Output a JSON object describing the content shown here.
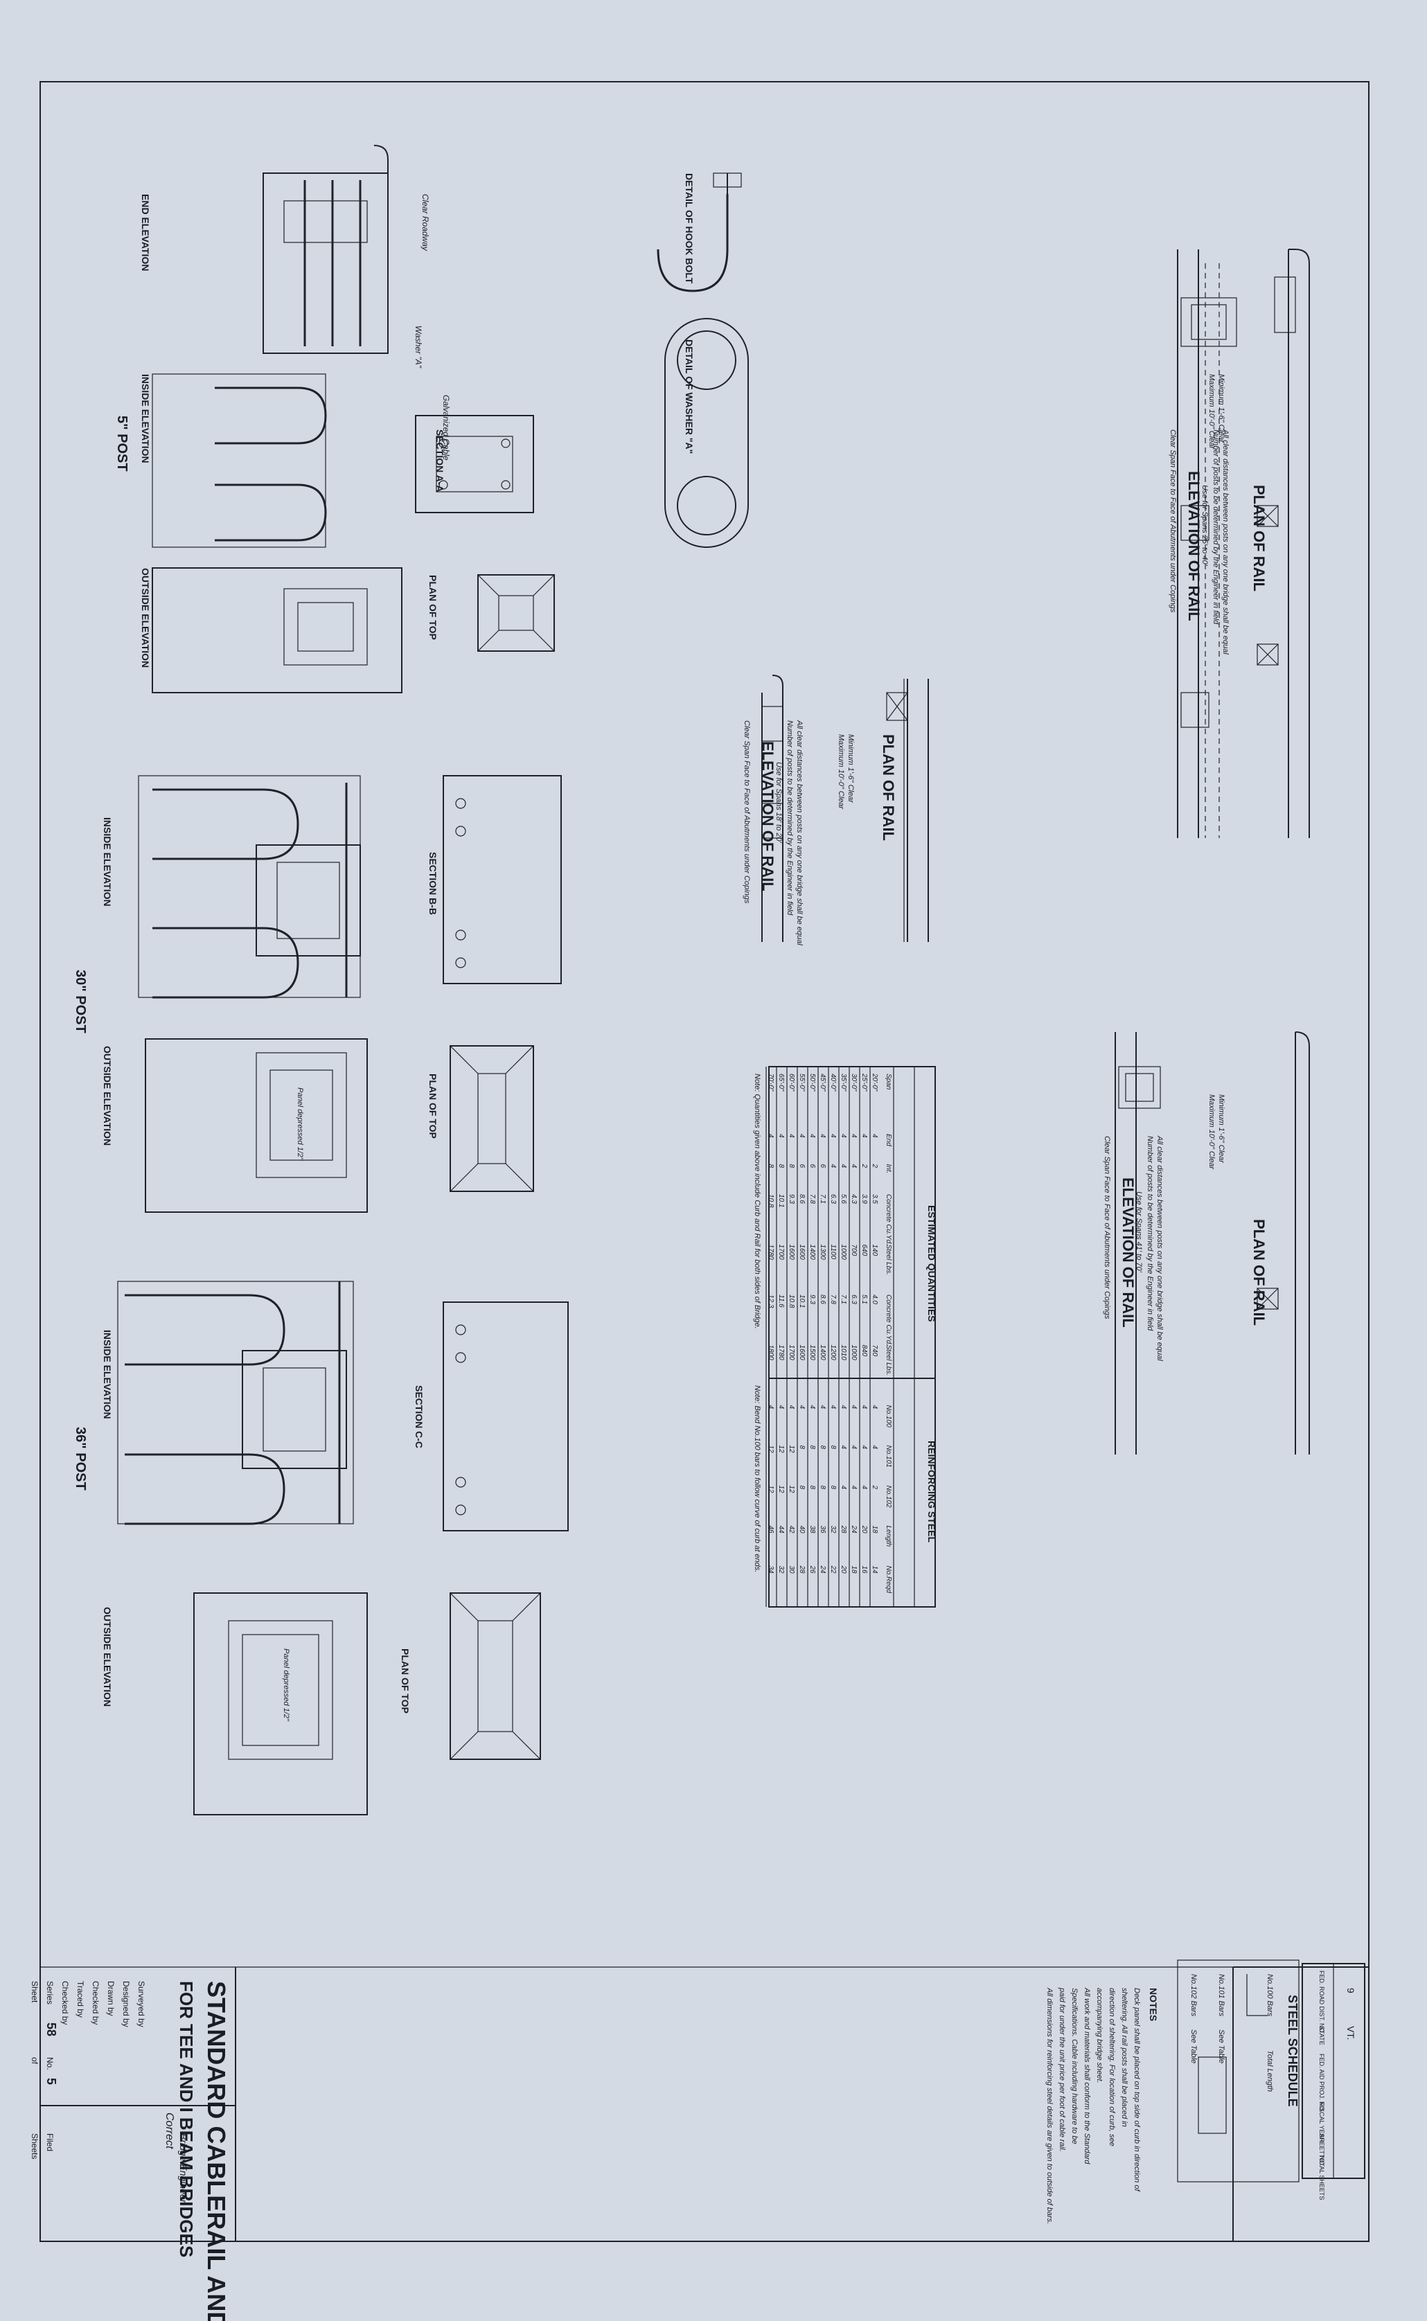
{
  "title": {
    "line1": "STANDARD CABLERAIL AND CURB",
    "line2": "FOR TEE AND I BEAM BRIDGES"
  },
  "approval": {
    "correct": "Correct",
    "role": "Bridge Engineer",
    "rows": [
      "Surveyed by",
      "Designed by",
      "Drawn by",
      "Checked by",
      "Traced by",
      "Checked by"
    ],
    "series_label": "Series",
    "series": "58",
    "no_label": "No.",
    "no": "5",
    "sheet_label": "Sheet",
    "of": "of",
    "filed": "Filed",
    "sheets": "Sheets"
  },
  "fed_table": {
    "headers": [
      "FED. ROAD DIST. NO.",
      "STATE",
      "FED. AID PROJ. NO.",
      "FISCAL YEAR",
      "SHEET NO.",
      "TOTAL SHEETS"
    ],
    "values": [
      "9",
      "VT.",
      "",
      "",
      "",
      ""
    ]
  },
  "steel_schedule": {
    "title": "STEEL SCHEDULE",
    "items": [
      "No.100 Bars",
      "No.101 Bars",
      "No.102 Bars",
      "See Table",
      "See Table",
      "Total Length"
    ]
  },
  "notes": {
    "heading": "NOTES",
    "lines": [
      "Deck panel shall be placed on top side of curb in direction of",
      "sheltering. All rail posts shall be placed in",
      "direction of sheltering. For location of curb, see",
      "accompanying bridge sheet.",
      "All work and materials shall conform to the Standard",
      "Specifications. Cable including hardware to be",
      "paid for under the unit price per foot of cable rail.",
      "All dimensions for reinforcing steel details are given to outside of bars."
    ]
  },
  "plan_rail_1": {
    "title": "PLAN OF RAIL",
    "label_a": "Minimum 1'-6\" Clear",
    "label_b": "Maximum 10'-0\" Clear"
  },
  "elev_rail_1": {
    "title": "ELEVATION OF RAIL",
    "sub": "Use for Spans 25' to 40'",
    "l1": "Clear Span Face to Face of Abutments under Copings",
    "l2": "Number of posts to be determined by the Engineer in field",
    "l3": "All clear distances between posts on any one bridge shall be equal"
  },
  "plan_rail_2": {
    "title": "PLAN OF RAIL",
    "label_a": "Minimum 1'-6\" Clear",
    "label_b": "Maximum 10'-0\" Clear"
  },
  "elev_rail_2": {
    "title": "ELEVATION OF RAIL",
    "sub": "Use for Spans 18' to 20'",
    "l1": "Clear Span Face to Face of Abutments under Copings",
    "l2": "Number of posts to be determined by the Engineer in field",
    "l3": "All clear distances between posts on any one bridge shall be equal"
  },
  "plan_rail_3": {
    "title": "PLAN OF RAIL",
    "label_a": "Minimum 1'-6\" Clear",
    "label_b": "Maximum 10'-0\" Clear"
  },
  "elev_rail_3": {
    "title": "ELEVATION OF RAIL",
    "sub": "Use for Spans 41' to 70'",
    "l1": "Clear Span Face to Face of Abutments under Copings",
    "l2": "Number of posts to be determined by the Engineer in field",
    "l3": "All clear distances between posts on any one bridge shall be equal"
  },
  "quantities": {
    "title": "ESTIMATED QUANTITIES",
    "reinforcing": "REINFORCING STEEL",
    "headers": [
      "Span",
      "End",
      "Int.",
      "Concrete Cu.Yd.",
      "Steel Lbs.",
      "Concrete Cu.Yd.",
      "Steel Lbs.",
      "No.100",
      "No.101",
      "No.102",
      "Length",
      "No.Reqd"
    ],
    "rows": [
      [
        "20'-0\"",
        "4",
        "2",
        "3.5",
        "140",
        "4.0",
        "740",
        "4",
        "4",
        "2",
        "18",
        "14"
      ],
      [
        "25'-0\"",
        "4",
        "2",
        "3.9",
        "640",
        "5.1",
        "840",
        "4",
        "4",
        "4",
        "20",
        "16"
      ],
      [
        "30'-0\"",
        "4",
        "4",
        "4.3",
        "700",
        "6.3",
        "1000",
        "4",
        "4",
        "4",
        "24",
        "18"
      ],
      [
        "35'-0\"",
        "4",
        "4",
        "5.6",
        "1000",
        "7.1",
        "1010",
        "4",
        "4",
        "4",
        "28",
        "20"
      ],
      [
        "40'-0\"",
        "4",
        "4",
        "6.3",
        "1100",
        "7.8",
        "1200",
        "4",
        "8",
        "8",
        "32",
        "22"
      ],
      [
        "45'-0\"",
        "4",
        "6",
        "7.1",
        "1300",
        "8.6",
        "1400",
        "4",
        "8",
        "8",
        "36",
        "24"
      ],
      [
        "50'-0\"",
        "4",
        "6",
        "7.8",
        "1400",
        "9.3",
        "1500",
        "4",
        "8",
        "8",
        "38",
        "26"
      ],
      [
        "55'-0\"",
        "4",
        "6",
        "8.6",
        "1600",
        "10.1",
        "1600",
        "4",
        "8",
        "8",
        "40",
        "28"
      ],
      [
        "60'-0\"",
        "4",
        "8",
        "9.3",
        "1600",
        "10.8",
        "1700",
        "4",
        "12",
        "12",
        "42",
        "30"
      ],
      [
        "65'-0\"",
        "4",
        "8",
        "10.1",
        "1700",
        "11.6",
        "1780",
        "4",
        "12",
        "12",
        "44",
        "32"
      ],
      [
        "70'-0\"",
        "4",
        "8",
        "10.8",
        "1780",
        "12.3",
        "1800",
        "4",
        "12",
        "12",
        "46",
        "34"
      ]
    ],
    "note1": "Note: Quantities given above include Curb and Rail for both sides of Bridge.",
    "note2": "Note: Bend No.100 bars to follow curve of curb at ends."
  },
  "post_5": {
    "title": "5\" POST",
    "end_elev": "END ELEVATION",
    "inside_elev": "INSIDE ELEVATION",
    "outside_elev": "OUTSIDE ELEVATION",
    "section": "SECTION A-A",
    "plan_top": "PLAN OF TOP",
    "hook_bolt": "DETAIL OF HOOK BOLT",
    "washer": "DETAIL OF WASHER \"A\"",
    "washer_label": "Washer \"A\"",
    "cable_label": "Galvanized Cable",
    "clear_roadway": "Clear Roadway"
  },
  "post_30": {
    "title": "30\" POST",
    "inside_elev": "INSIDE ELEVATION",
    "outside_elev": "OUTSIDE ELEVATION",
    "section": "SECTION B-B",
    "plan_top": "PLAN OF TOP",
    "panel": "Panel depressed 1/2\""
  },
  "post_36": {
    "title": "36\" POST",
    "inside_elev": "INSIDE ELEVATION",
    "outside_elev": "OUTSIDE ELEVATION",
    "section": "SECTION C-C",
    "plan_top": "PLAN OF TOP",
    "panel": "Panel depressed 1/2\""
  }
}
